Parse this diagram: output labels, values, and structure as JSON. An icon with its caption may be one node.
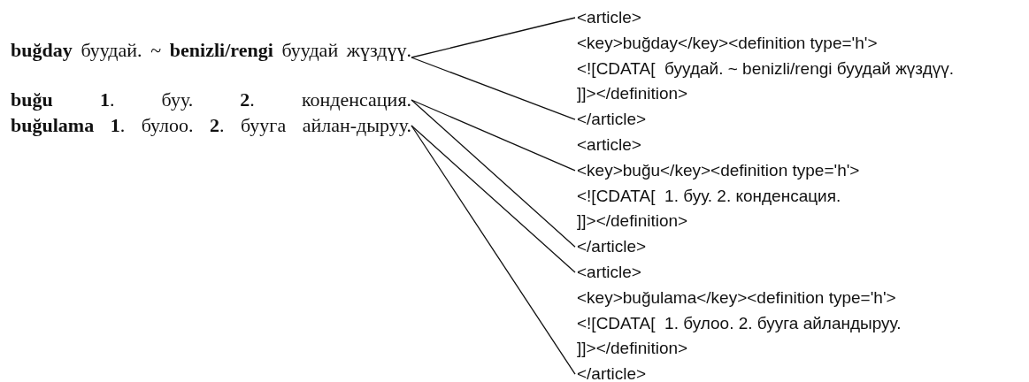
{
  "diagram": {
    "nodes": [
      {
        "text": [
          "**buğday** буудай. ~ **benizli/rengi** буудай жүздүү."
        ]
      },
      {
        "text": [
          "**buğu** **1**. буу. **2**. конденсация."
        ]
      },
      {
        "text": [
          "**buğulama** **1**. булоо. **2**. бууга айлан-дыруу."
        ]
      },
      {
        "text": [
          "<article>"
        ]
      },
      {
        "text": [
          "</article>"
        ]
      },
      {
        "text": [
          "<key>buğu</key><definition type='h'>"
        ]
      },
      {
        "text": [
          "</article>"
        ]
      },
      {
        "text": [
          "<article>"
        ]
      },
      {
        "text": [
          "</article>"
        ]
      }
    ],
    "edges": [
      {
        "from": 0,
        "to": 3,
        "arrow": "none"
      },
      {
        "from": 0,
        "to": 4,
        "arrow": "none"
      },
      {
        "from": 1,
        "to": 5,
        "arrow": "none"
      },
      {
        "from": 1,
        "to": 6,
        "arrow": "none"
      },
      {
        "from": 2,
        "to": 7,
        "arrow": "none"
      },
      {
        "from": 2,
        "to": 8,
        "arrow": "none"
      }
    ],
    "labels": [
      "<key>buğday</key><definition type='h'>",
      "<![CDATA[  буудай. ~ benizli/rengi буудай жүздүү.",
      "]]></definition>",
      "<article>",
      "<![CDATA[  1. буу. 2. конденсация.",
      "]]></definition>",
      "<key>buğulama</key><definition type='h'>",
      "<![CDATA[  1. булоо. 2. бууга айландыруу.",
      "]]></definition>"
    ]
  }
}
